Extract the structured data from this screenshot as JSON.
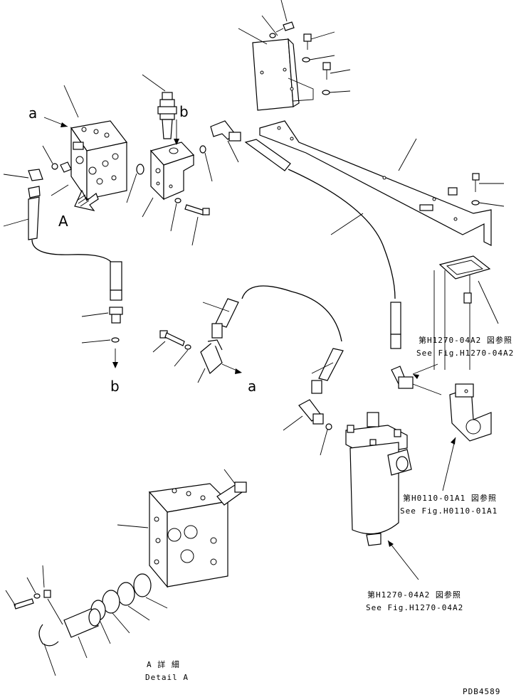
{
  "labels": {
    "a_top": "a",
    "b_top": "b",
    "A_view": "A",
    "b_bottom": "b",
    "a_mid": "a"
  },
  "references": {
    "ref1_jp": "第H1270-04A2 図参照",
    "ref1_en": "See Fig.H1270-04A2",
    "ref2_jp": "第H0110-01A1 図参照",
    "ref2_en": "See Fig.H0110-01A1",
    "ref3_jp": "第H1270-04A2 図参照",
    "ref3_en": "See Fig.H1270-04A2"
  },
  "detail": {
    "jp": "A 詳 細",
    "en": "Detail A"
  },
  "drawing_number": "PDB4589",
  "colors": {
    "line": "#000000",
    "background": "#ffffff"
  }
}
